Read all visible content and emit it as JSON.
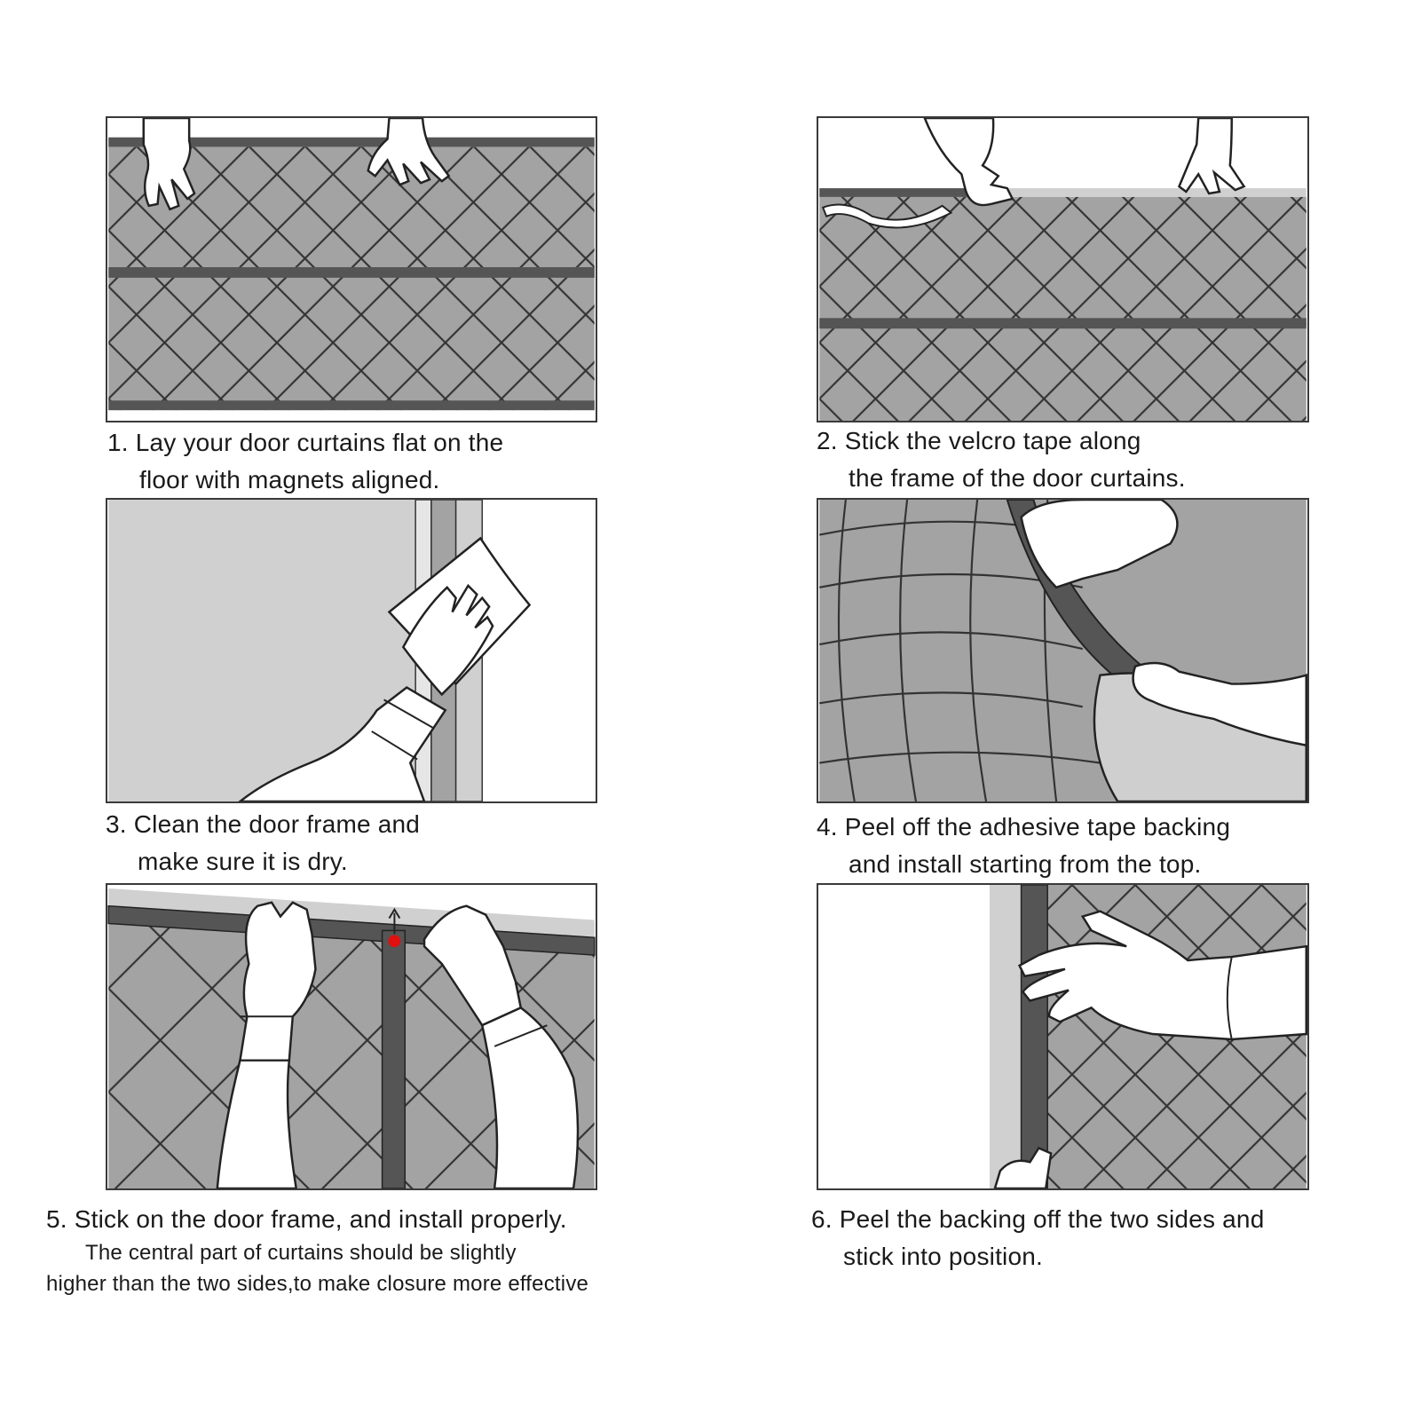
{
  "colors": {
    "fabric": "#a3a3a3",
    "strip": "#555555",
    "line": "#333333",
    "frame": "#d0d0d0",
    "skin": "#ffffff",
    "marker": "#e01010"
  },
  "steps": [
    {
      "icon": "curtain-flat-icon",
      "caption": [
        "1. Lay your door curtains flat on the",
        "floor with magnets aligned."
      ]
    },
    {
      "icon": "velcro-tape-icon",
      "caption": [
        "2. Stick the velcro tape along",
        "the frame of the door curtains."
      ]
    },
    {
      "icon": "cleaning-cloth-icon",
      "caption": [
        "3. Clean the door frame and",
        "make sure it is dry."
      ]
    },
    {
      "icon": "peel-backing-icon",
      "caption": [
        "4. Peel off the adhesive tape backing",
        "and install starting from the top."
      ]
    },
    {
      "icon": "mount-curtain-icon",
      "caption": [
        "5. Stick on the door frame, and install properly.",
        "The central part of curtains should be slightly",
        "higher than the two sides,to make closure more effective"
      ]
    },
    {
      "icon": "side-press-icon",
      "caption": [
        "6. Peel the backing off the two sides and",
        "stick into position."
      ]
    }
  ]
}
